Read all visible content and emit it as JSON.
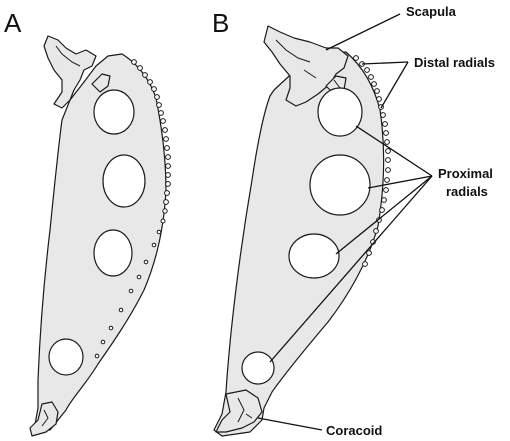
{
  "panels": [
    {
      "letter": "A"
    },
    {
      "letter": "B"
    }
  ],
  "labels": {
    "scapula": "Scapula",
    "distal_radials": "Distal radials",
    "proximal_radials_line1": "Proximal",
    "proximal_radials_line2": "radials",
    "coracoid": "Coracoid"
  },
  "colors": {
    "bone_fill": "#e8e8e8",
    "outline": "#1a1a1a",
    "background": "#ffffff"
  }
}
